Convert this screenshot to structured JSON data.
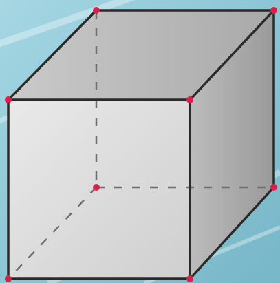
{
  "diagram": {
    "kind": "cube-wireframe",
    "colors": {
      "background_main": "#8ec7d6",
      "background_light": "#b7e2ec",
      "background_dark": "#6faebe",
      "front_face": "#dcdcdc",
      "top_face": "#bdbdbd",
      "right_face": "#a9a9a9",
      "edge": "#2a2a2a",
      "hidden_edge": "#6f6f6f",
      "vertex": "#d6224a"
    },
    "vertices": [
      {
        "name": "front-top-left-vertex"
      },
      {
        "name": "front-top-right-vertex"
      },
      {
        "name": "front-bottom-right-vertex"
      },
      {
        "name": "front-bottom-left-vertex"
      },
      {
        "name": "back-top-left-vertex"
      },
      {
        "name": "back-top-right-vertex"
      },
      {
        "name": "back-bottom-right-vertex"
      },
      {
        "name": "back-bottom-left-vertex"
      }
    ]
  }
}
